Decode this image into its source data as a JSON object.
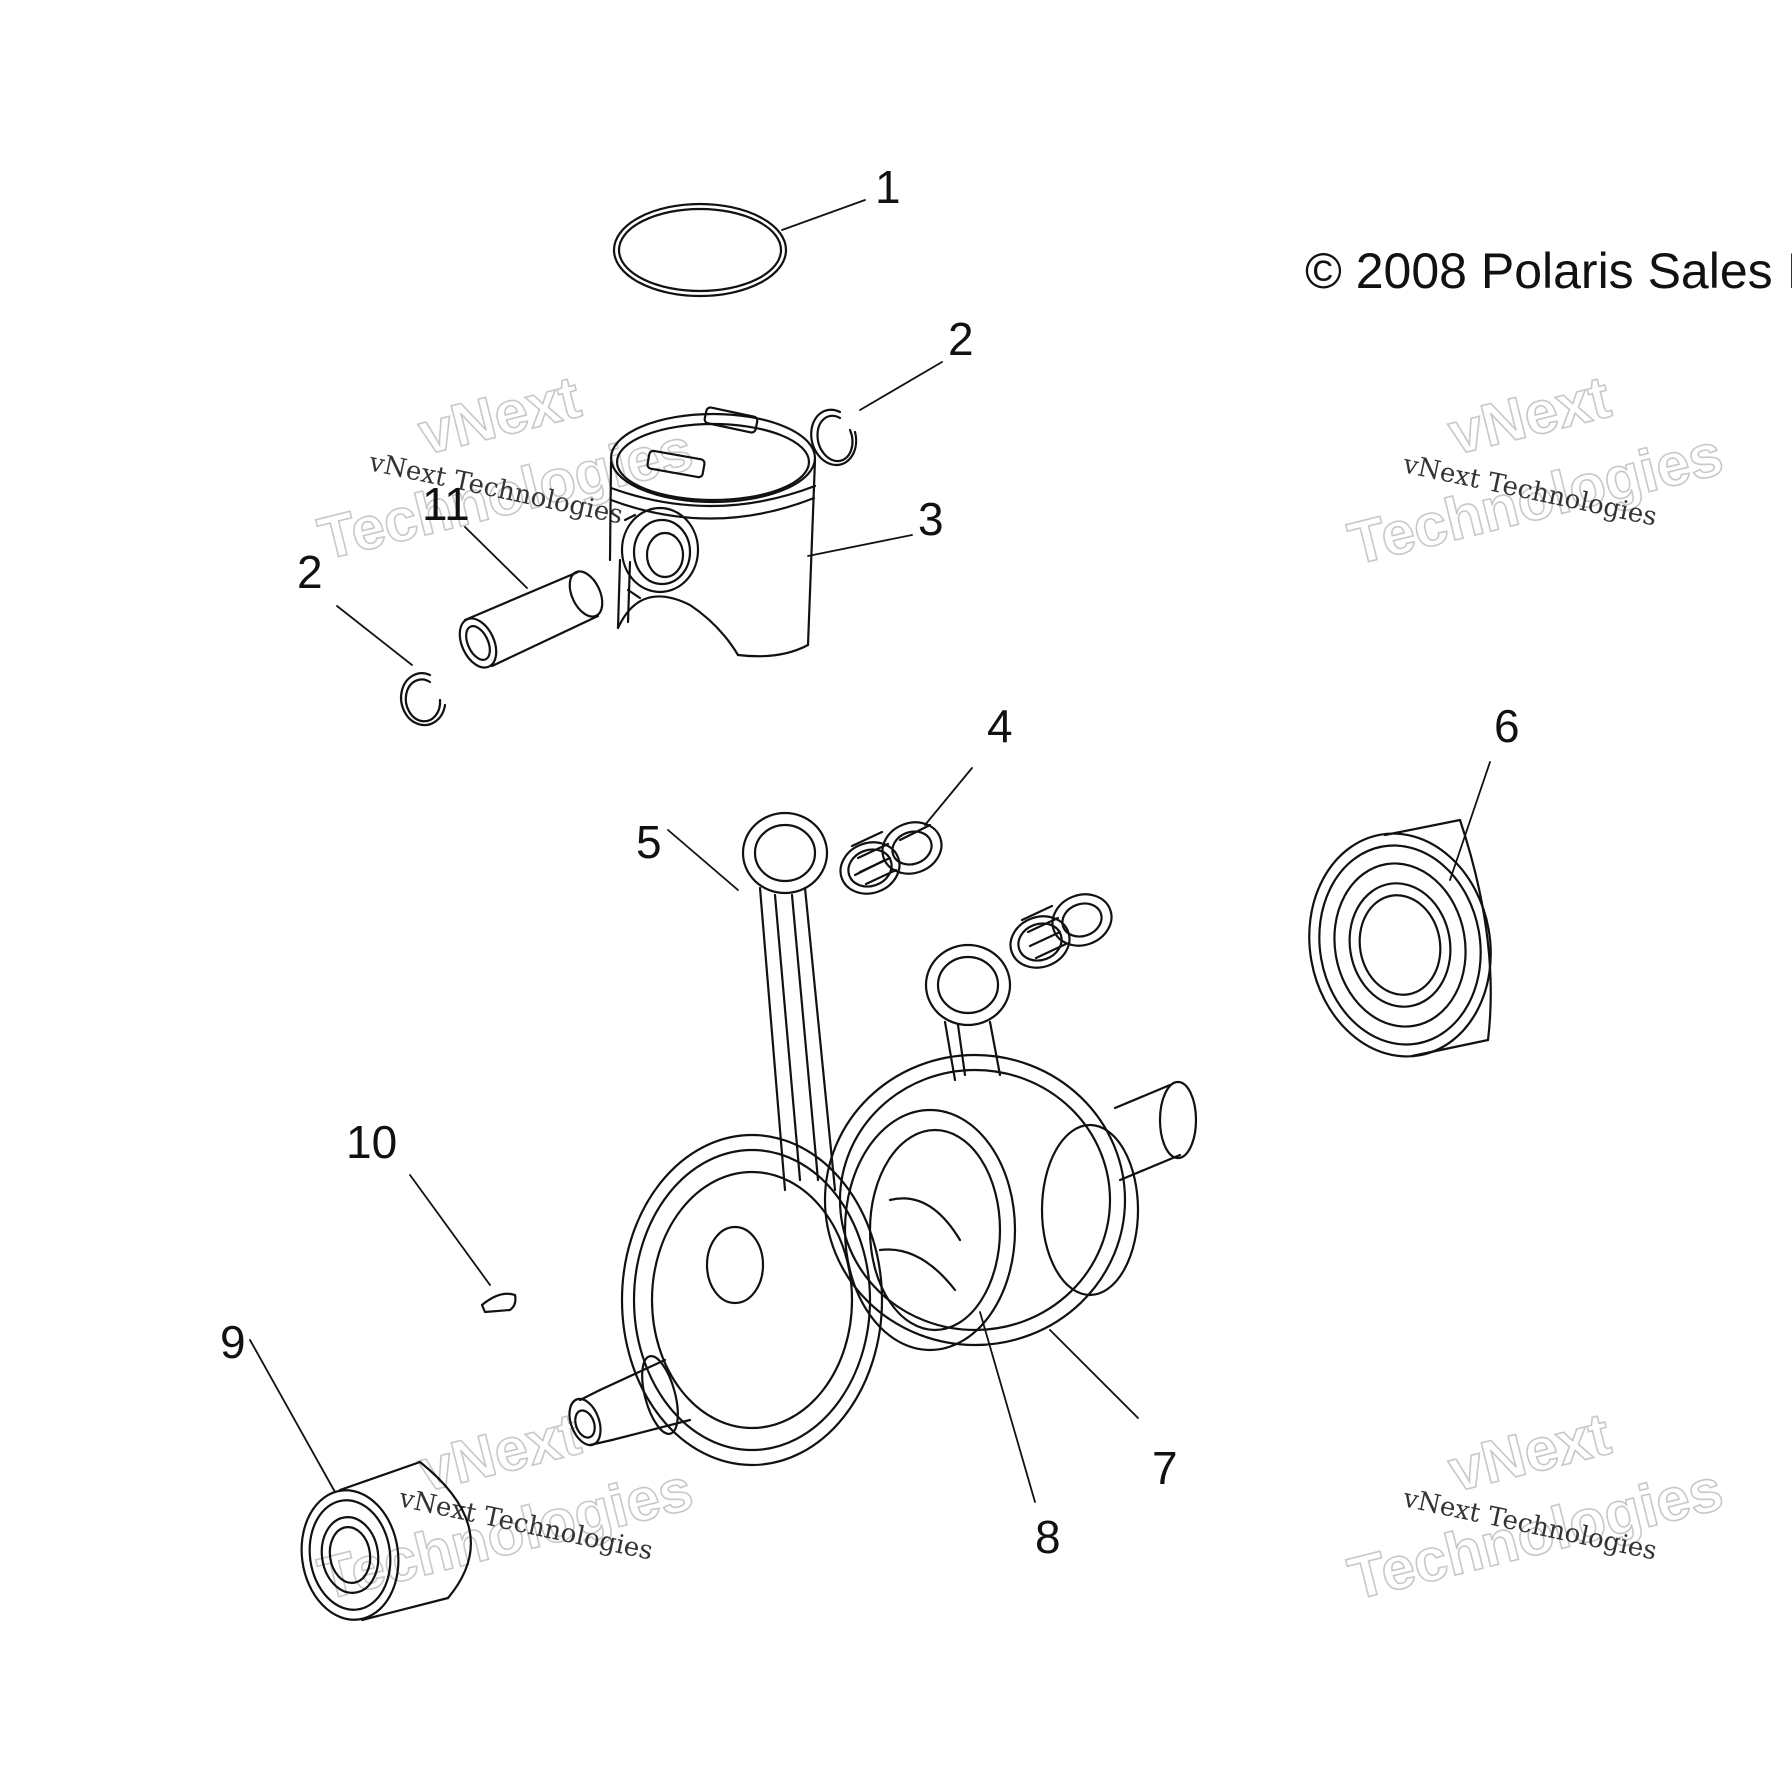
{
  "copyright": "© 2008 Polaris Sales I",
  "watermark": {
    "brand": "vNext",
    "word": "Technologies",
    "line": "vNext Technologies"
  },
  "callouts": [
    {
      "id": "1"
    },
    {
      "id": "2"
    },
    {
      "id": "2"
    },
    {
      "id": "3"
    },
    {
      "id": "4"
    },
    {
      "id": "5"
    },
    {
      "id": "6"
    },
    {
      "id": "7"
    },
    {
      "id": "8"
    },
    {
      "id": "9"
    },
    {
      "id": "10"
    },
    {
      "id": "11"
    }
  ],
  "colors": {
    "line": "#111111",
    "watermark": "#c8c8c8",
    "background": "#ffffff"
  }
}
